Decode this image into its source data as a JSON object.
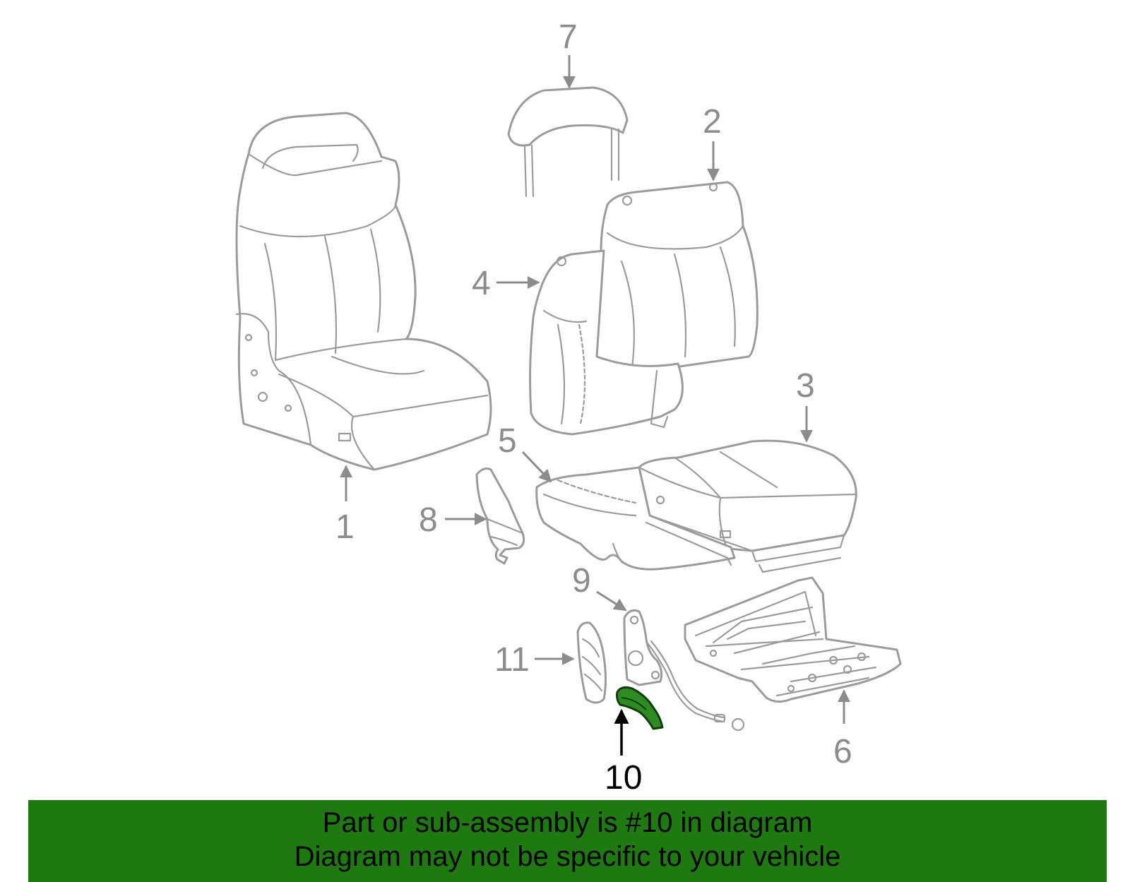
{
  "diagram": {
    "callouts": [
      {
        "id": "1",
        "label": "1"
      },
      {
        "id": "2",
        "label": "2"
      },
      {
        "id": "3",
        "label": "3"
      },
      {
        "id": "4",
        "label": "4"
      },
      {
        "id": "5",
        "label": "5"
      },
      {
        "id": "6",
        "label": "6"
      },
      {
        "id": "7",
        "label": "7"
      },
      {
        "id": "8",
        "label": "8"
      },
      {
        "id": "9",
        "label": "9"
      },
      {
        "id": "10",
        "label": "10",
        "highlighted": true
      },
      {
        "id": "11",
        "label": "11"
      }
    ],
    "highlight_color": "#2e8b22"
  },
  "banner": {
    "line1": "Part or sub-assembly is #10 in diagram",
    "line2": "Diagram may not be specific to your vehicle",
    "background": "#1e7a10"
  }
}
